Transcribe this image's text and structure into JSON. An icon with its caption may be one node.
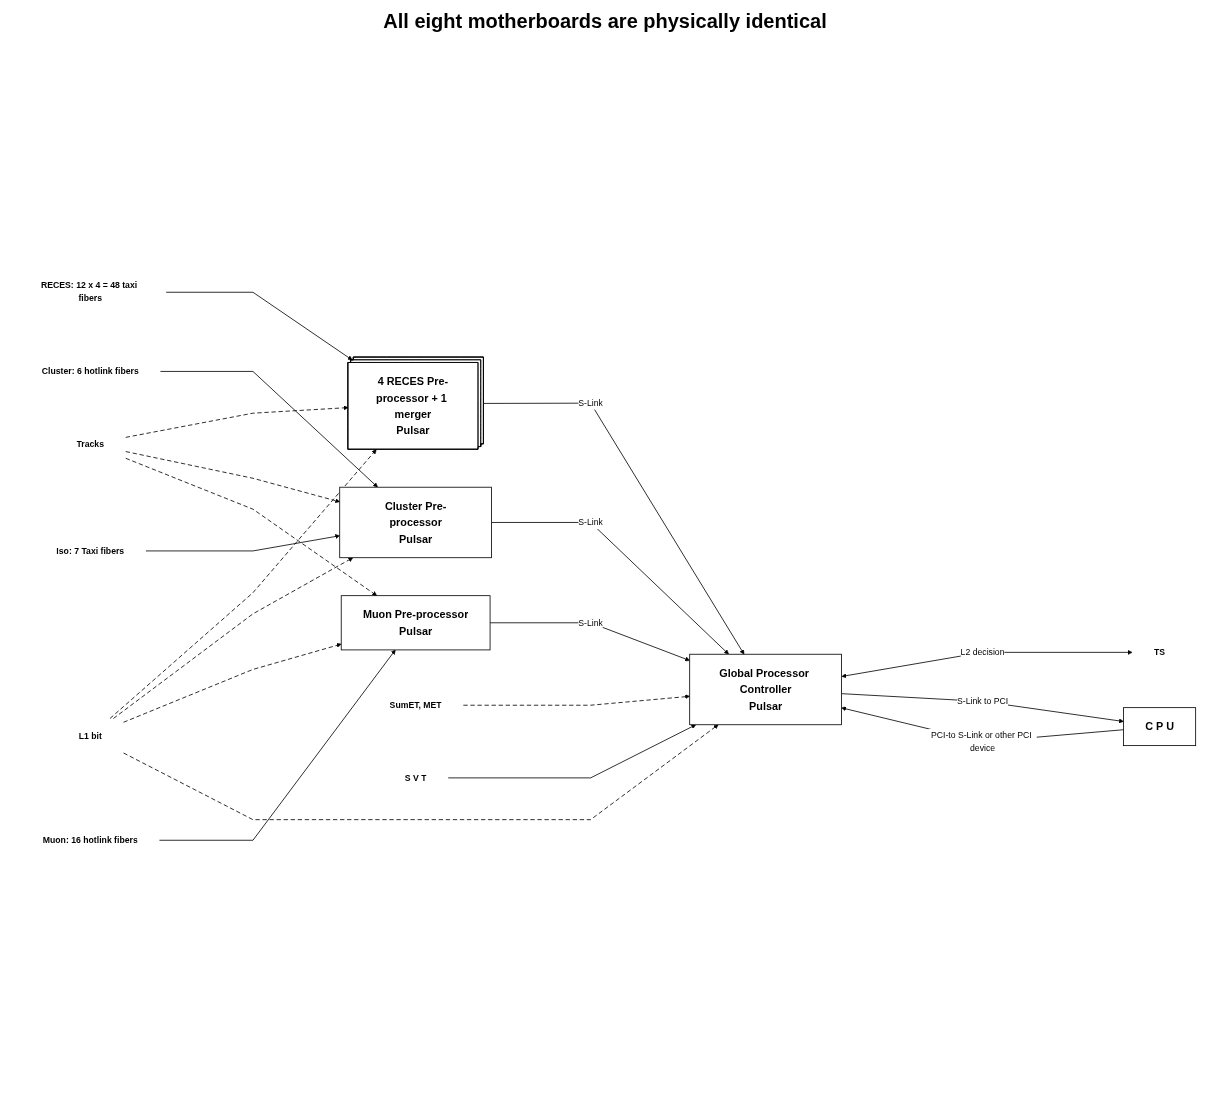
{
  "diagram": {
    "nodes": [
      {
        "text": [
          "4 RECES Pre-processor + 1 merger",
          "Pulsar"
        ]
      },
      {
        "text": [
          "Cluster Pre-processor",
          "Pulsar"
        ]
      },
      {
        "text": [
          "Muon Pre-processor",
          "Pulsar"
        ]
      },
      {
        "text": [
          "Global Processor Controller",
          "Pulsar"
        ]
      },
      {
        "text": [
          "C P U"
        ]
      },
      {
        "text": [
          "TS"
        ]
      },
      {
        "text": [
          "RECES: 12 x 4 = 48 taxi fibers"
        ]
      },
      {
        "text": [
          "Cluster: 6 hotlink fibers"
        ]
      },
      {
        "text": [
          "Iso: 7 Taxi fibers"
        ]
      },
      {
        "text": [
          "Muon: 16 hotlink fibers"
        ]
      },
      {
        "text": [
          "L1 bit"
        ]
      },
      {
        "text": [
          "Tracks"
        ]
      },
      {
        "text": [
          "SumET, MET"
        ]
      },
      {
        "text": [
          "S V T"
        ]
      }
    ],
    "edges": [
      {
        "from": 6,
        "to": 0,
        "arrow": "to"
      },
      {
        "from": 11,
        "to": 0,
        "arrow": "to",
        "style": "dashed"
      },
      {
        "from": 10,
        "to": 0,
        "arrow": "to",
        "style": "dashed"
      },
      {
        "from": 7,
        "to": 1,
        "arrow": "to"
      },
      {
        "from": 11,
        "to": 1,
        "arrow": "to",
        "style": "dashed"
      },
      {
        "from": 10,
        "to": 1,
        "arrow": "to",
        "style": "dashed"
      },
      {
        "from": 8,
        "to": 1,
        "arrow": "to"
      },
      {
        "from": 9,
        "to": 2,
        "arrow": "to"
      },
      {
        "from": 11,
        "to": 2,
        "arrow": "to",
        "style": "dashed"
      },
      {
        "from": 10,
        "to": 2,
        "arrow": "to",
        "style": "dashed"
      },
      {
        "from": 0,
        "to": 3,
        "label": "S-Link",
        "arrow": "to"
      },
      {
        "from": 1,
        "to": 3,
        "label": "S-Link",
        "arrow": "to"
      },
      {
        "from": 2,
        "to": 3,
        "label": "S-Link",
        "arrow": "to"
      },
      {
        "from": 12,
        "to": 3,
        "arrow": "to",
        "style": "dashed"
      },
      {
        "from": 13,
        "to": 3,
        "arrow": "to"
      },
      {
        "from": 10,
        "to": 3,
        "arrow": "to",
        "style": "dashed"
      },
      {
        "from": 3,
        "to": 5,
        "label": "L2 decision",
        "arrow": "both"
      },
      {
        "from": 3,
        "to": 4,
        "label": "S-Link to PCI",
        "arrow": "to"
      },
      {
        "from": 4,
        "to": 3,
        "label": "PCI-to S-Link or other PCI device",
        "arrow": "to"
      }
    ],
    "labels": [
      "All eight motherboards are physically identical"
    ]
  }
}
